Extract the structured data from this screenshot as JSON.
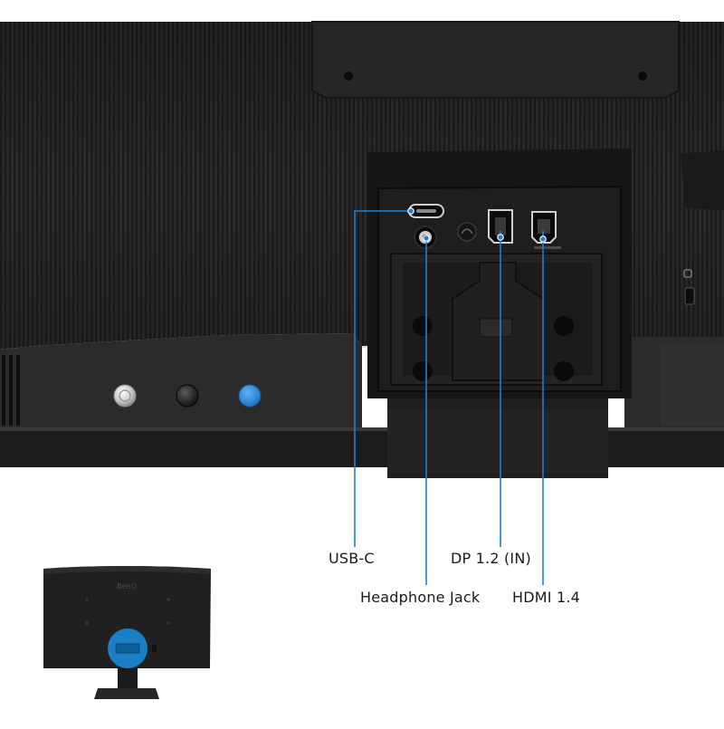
{
  "ports": {
    "usb_c": "USB-C",
    "headphone": "Headphone Jack",
    "displayport": "DP 1.2 (IN)",
    "hdmi": "HDMI 1.4"
  },
  "thumbnail": {
    "logo_text": "BenQ"
  },
  "colors": {
    "callout_line": "#1f7fd1",
    "highlight": "#1a7fc4",
    "button_blue": "#2a8bd8",
    "monitor_body": "#222222"
  },
  "icons": [
    "usb-c-port-icon",
    "audio-jack-icon",
    "displayport-icon",
    "hdmi-port-icon",
    "kensington-lock-icon"
  ]
}
